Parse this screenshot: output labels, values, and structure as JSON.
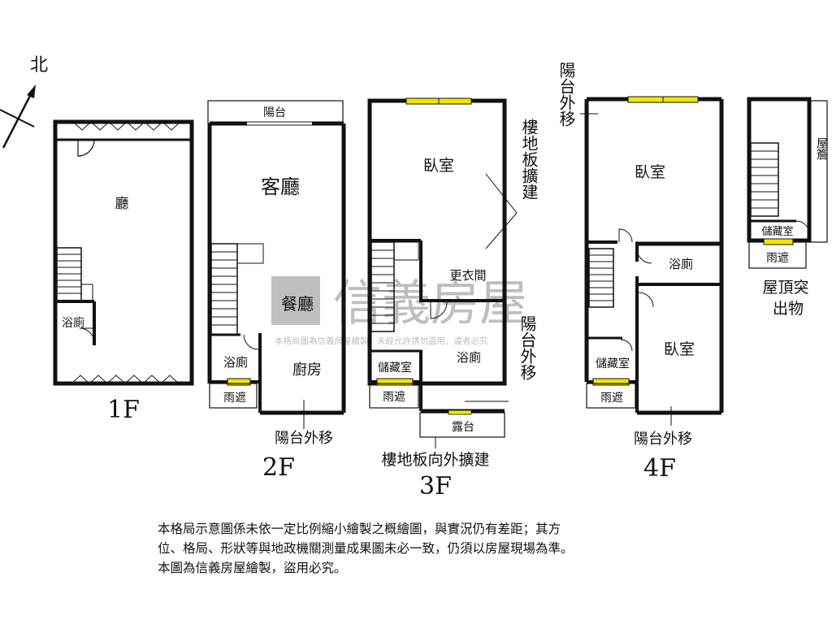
{
  "compass": {
    "label": "北"
  },
  "floors": {
    "f1": {
      "name": "1F",
      "rooms": {
        "hall": "廳",
        "bath": "浴廁"
      }
    },
    "f2": {
      "name": "2F",
      "rooms": {
        "balcony": "陽台",
        "living": "客廳",
        "dining": "餐廳",
        "bath": "浴廁",
        "kitchen": "廚房",
        "canopy": "雨遮"
      },
      "notes": {
        "balcony_moved": "陽台外移"
      }
    },
    "f3": {
      "name": "3F",
      "rooms": {
        "bedroom": "臥室",
        "closet": "更衣間",
        "bath": "浴廁",
        "storage": "儲藏室",
        "canopy": "雨遮",
        "terrace": "露台"
      },
      "notes": {
        "floor_ext": "樓地板擴建",
        "balcony_moved": "陽台外移",
        "floor_ext_out": "樓地板向外擴建"
      }
    },
    "f4": {
      "name": "4F",
      "rooms": {
        "bedroom1": "臥室",
        "bath": "浴廁",
        "bedroom2": "臥室",
        "storage": "儲藏室",
        "canopy": "雨遮"
      },
      "notes": {
        "balcony_moved_top": "陽台外移",
        "balcony_moved": "陽台外移"
      }
    },
    "roof": {
      "name": "屋頂突出物",
      "rooms": {
        "eave": "屋簷",
        "storage": "儲藏室",
        "canopy": "雨遮"
      }
    }
  },
  "watermark": {
    "brand": "信義房屋",
    "warning": "本格局圖為信義房屋繪製，未經允許請勿盜用，違者必究"
  },
  "disclaimer": {
    "line1": "本格局示意圖係未依一定比例縮小繪製之概繪圖，與實況仍有差距；其方",
    "line2": "位、格局、形狀等與地政機關測量成果圖未必一致，仍須以房屋現場為準。",
    "line3": "本圖為信義房屋繪製，盜用必究。"
  },
  "colors": {
    "wall": "#111111",
    "window": "#f2e600",
    "watermark": "#9a9a9a"
  }
}
